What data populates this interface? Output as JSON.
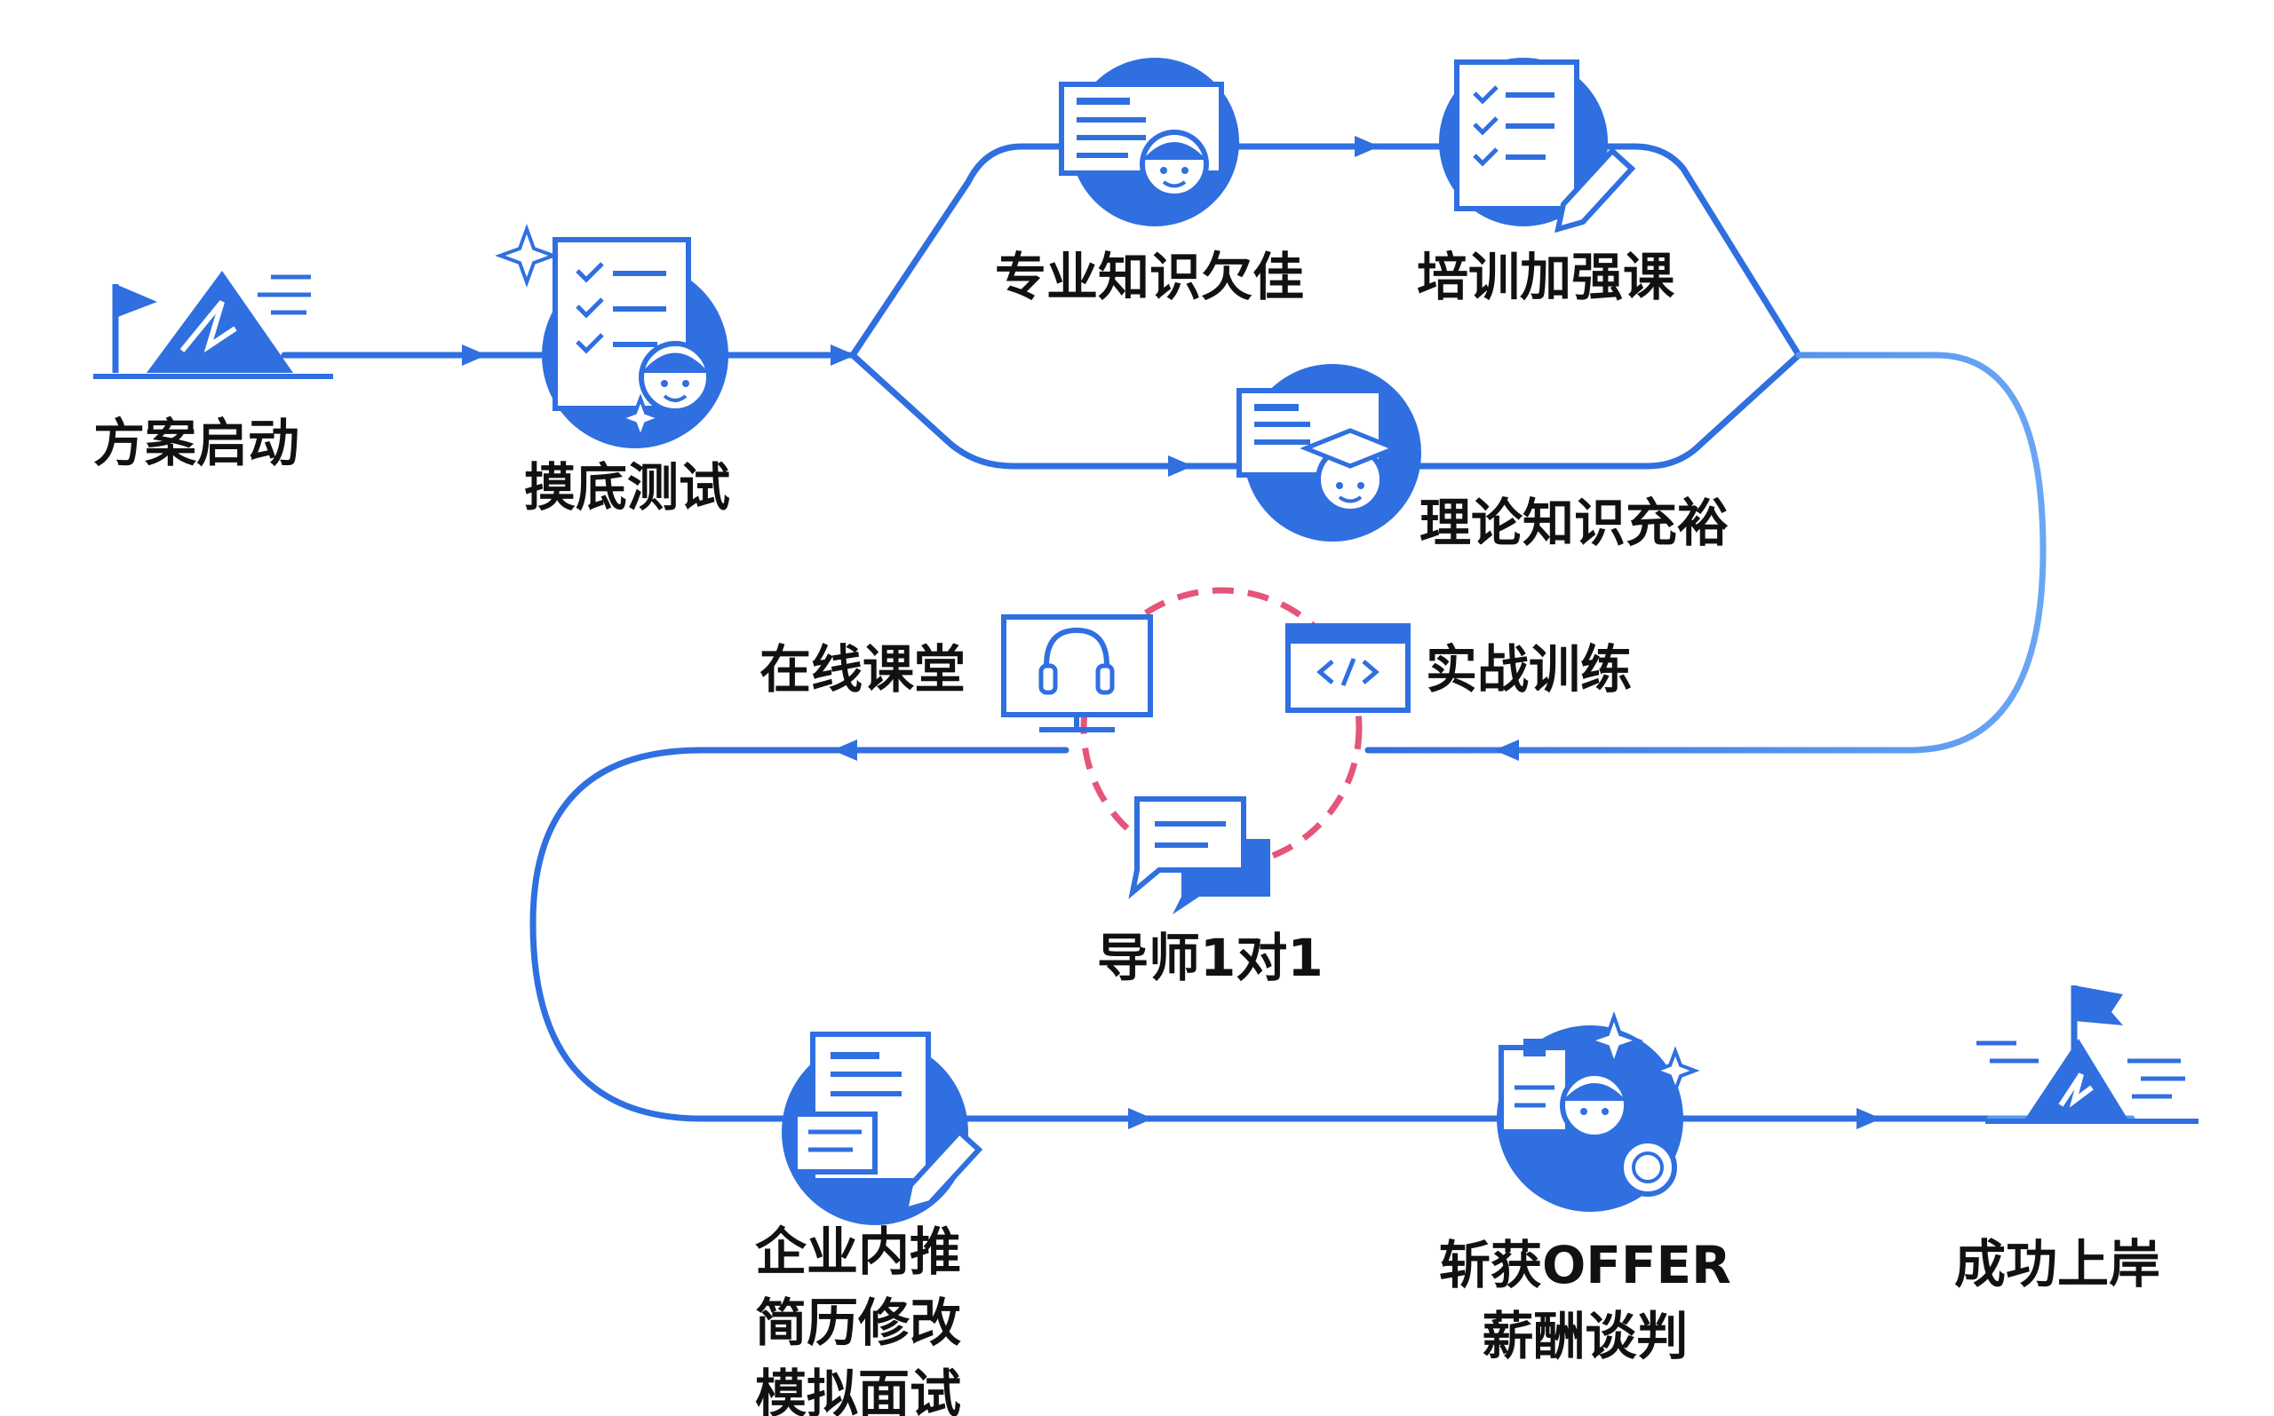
{
  "colors": {
    "primary": "#2f6fe0",
    "primary_light": "#5b9af0",
    "dashed_circle": "#e5557a",
    "text": "#111111",
    "background": "#ffffff"
  },
  "nodes": {
    "start": {
      "label": "方案启动",
      "icon": "mountain-flag-icon"
    },
    "baseline_test": {
      "label": "摸底测试",
      "icon": "checklist-student-icon"
    },
    "weak_knowledge": {
      "label": "专业知识欠佳",
      "icon": "document-student-icon"
    },
    "intensive_course": {
      "label": "培训加强课",
      "icon": "checklist-pencil-icon"
    },
    "strong_theory": {
      "label": "理论知识充裕",
      "icon": "graduate-board-icon"
    },
    "online_class": {
      "label": "在线课堂",
      "icon": "monitor-headphones-icon"
    },
    "practical_training": {
      "label": "实战训练",
      "icon": "code-window-icon"
    },
    "mentor": {
      "label": "导师1对1",
      "icon": "chat-bubbles-icon"
    },
    "referral": {
      "lines": [
        "企业内推",
        "简历修改",
        "模拟面试"
      ],
      "icon": "resume-edit-icon"
    },
    "offer": {
      "lines": [
        "斩获OFFER",
        "薪酬谈判"
      ],
      "icon": "badge-award-icon"
    },
    "success": {
      "label": "成功上岸",
      "icon": "mountain-flag-icon"
    }
  }
}
